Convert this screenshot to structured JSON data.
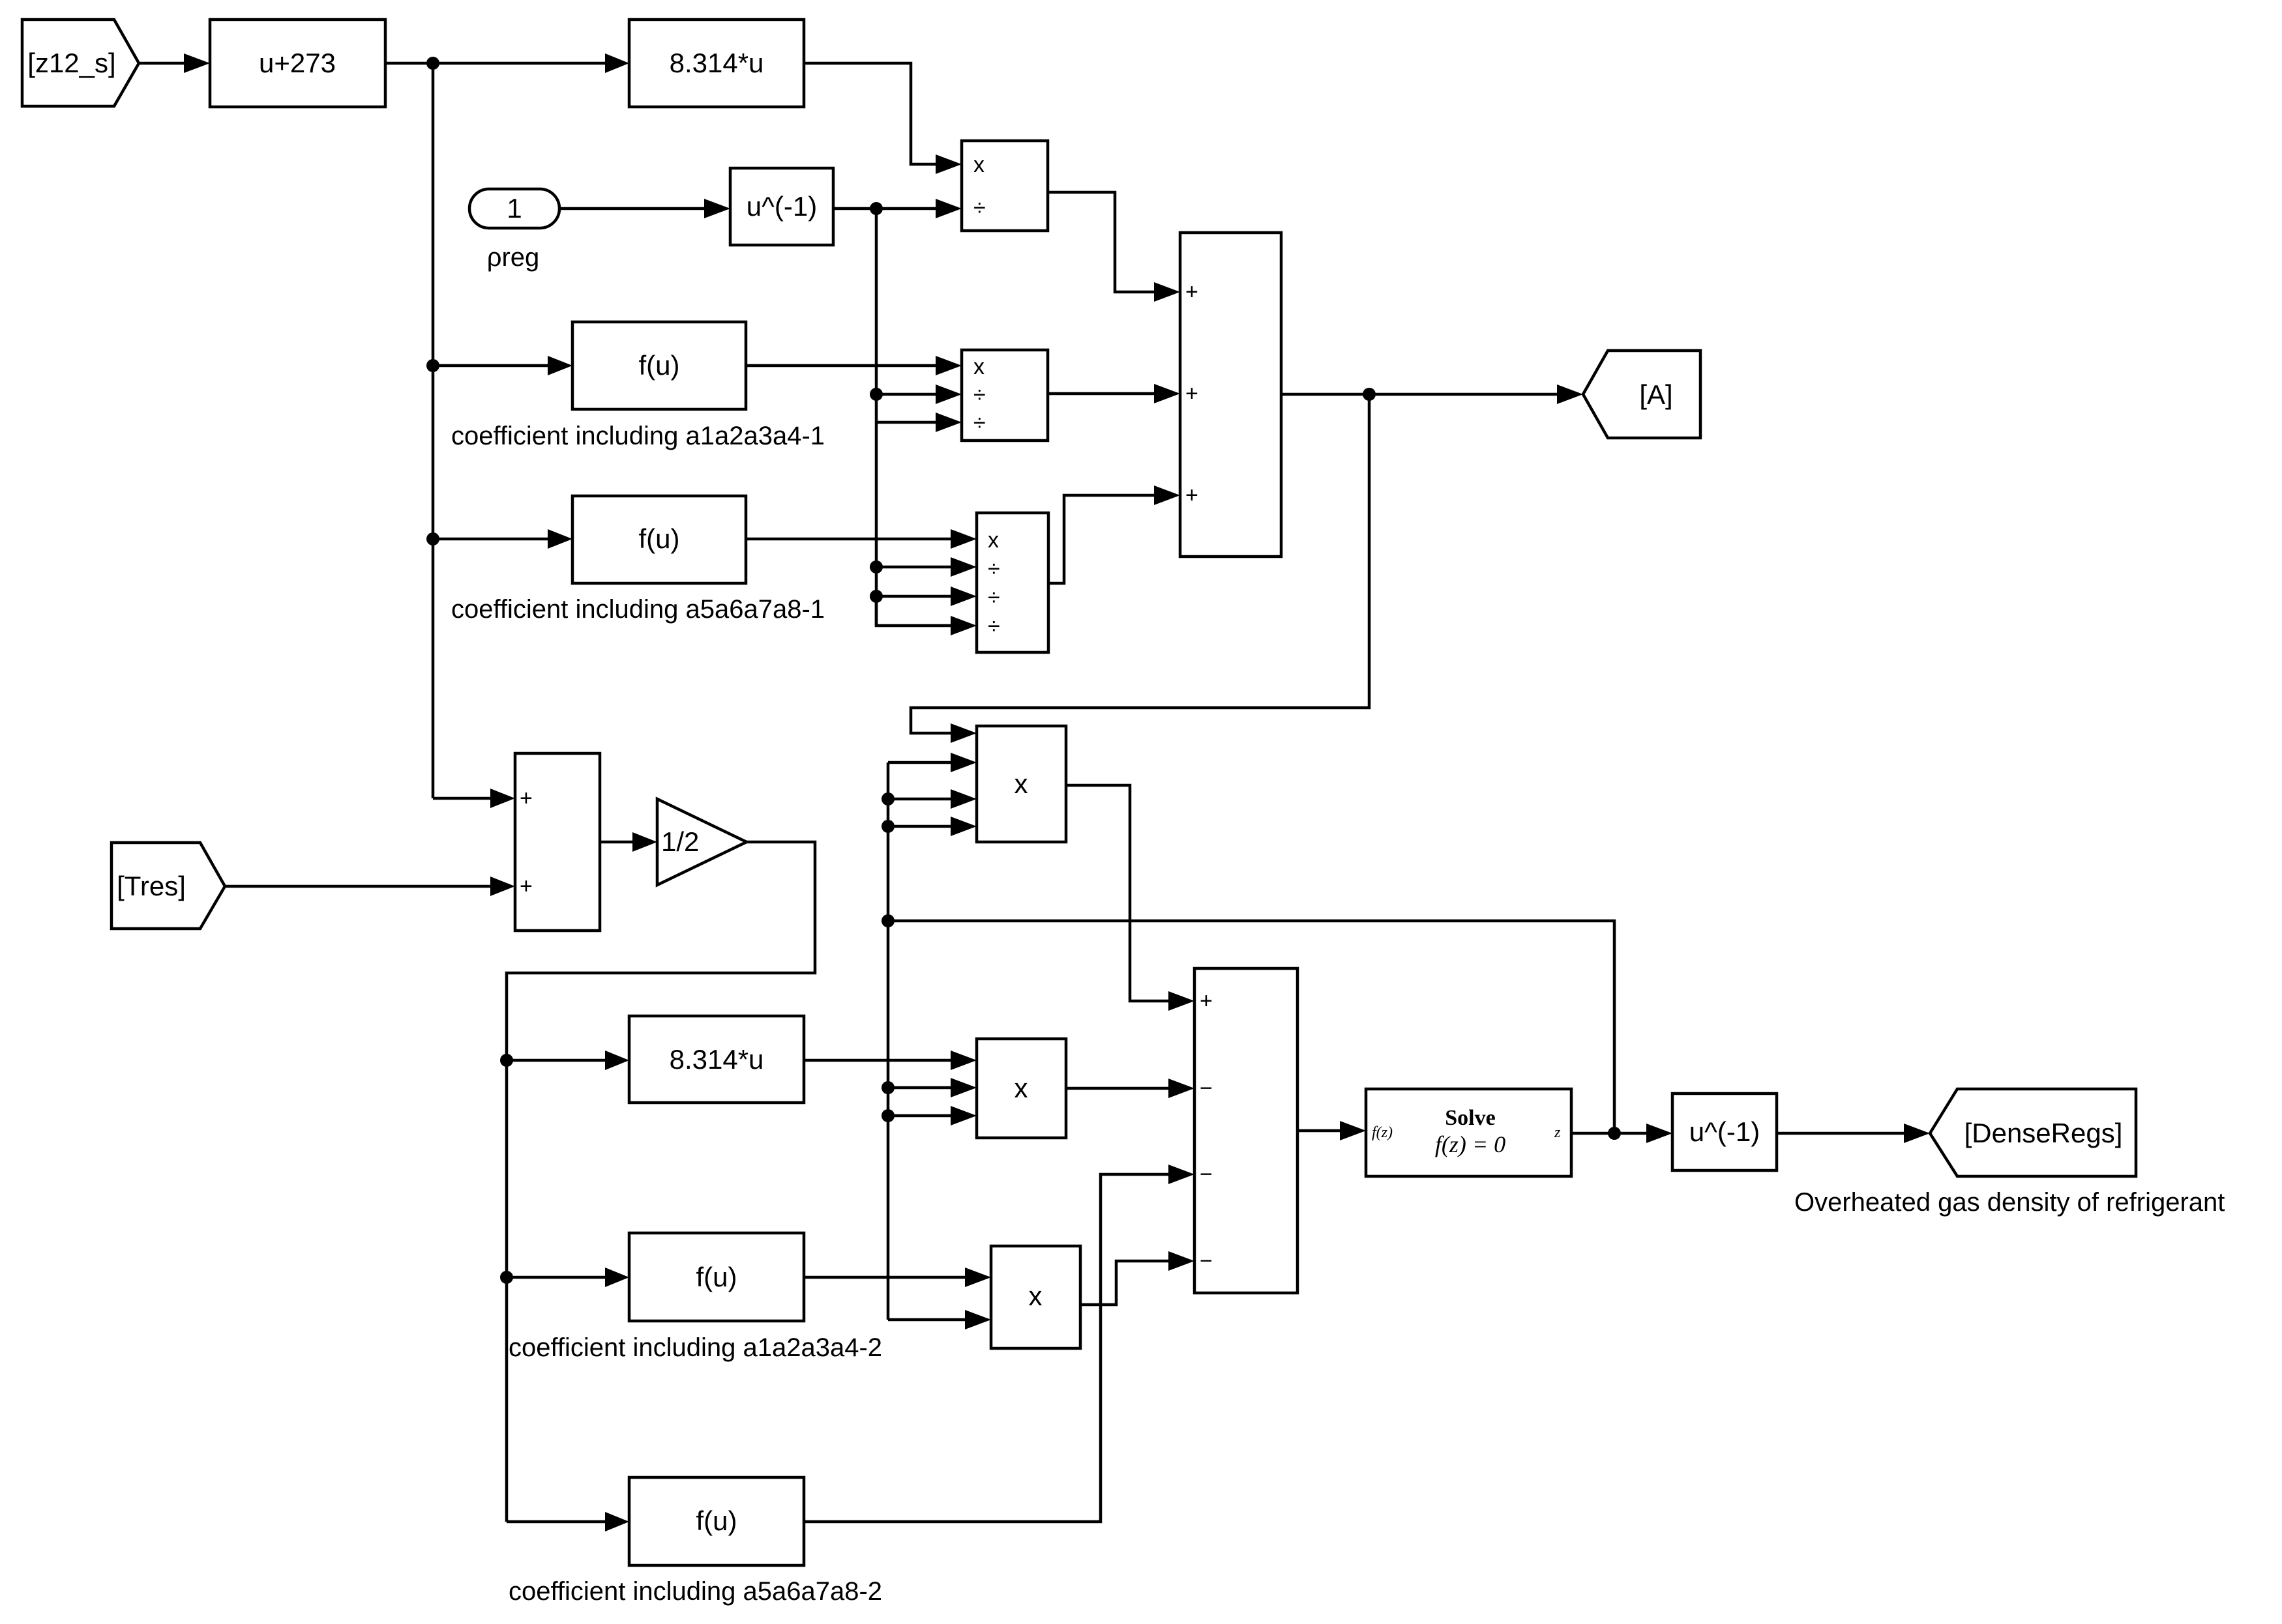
{
  "blocks": {
    "goto_z12s": "[z12_s]",
    "add273": "u+273",
    "gain_r_top": "8.314*u",
    "const_one": "1",
    "const_label": "ρreg",
    "inv_top": "u^(-1)",
    "prod_top_signs": [
      "x",
      "÷"
    ],
    "fcn_a14_1": "f(u)",
    "fcn_a14_1_label": "coefficient including a1a2a3a4-1",
    "prod_mid_signs": [
      "x",
      "÷",
      "÷"
    ],
    "fcn_a58_1": "f(u)",
    "fcn_a58_1_label": "coefficient including a5a6a7a8-1",
    "prod_big_signs": [
      "x",
      "÷",
      "÷",
      "÷"
    ],
    "sum_top_signs": [
      "+",
      "+",
      "+"
    ],
    "goto_A": "[A]",
    "from_tres": "[Tres]",
    "sum_mid_signs": [
      "+",
      "+"
    ],
    "gain_half": "1/2",
    "prod_lower1": "x",
    "gain_r_bot": "8.314*u",
    "prod_lower2": "x",
    "fcn_a14_2": "f(u)",
    "fcn_a14_2_label": "coefficient including a1a2a3a4-2",
    "prod_lower3": "x",
    "fcn_a58_2": "f(u)",
    "fcn_a58_2_label": "coefficient including a5a6a7a8-2",
    "sum_bot_signs": [
      "+",
      "−",
      "−",
      "−"
    ],
    "solver_title": "Solve",
    "solver_eq": "f(z) = 0",
    "solver_in": "f(z)",
    "solver_out": "z",
    "inv_bot": "u^(-1)",
    "goto_dense": "[DenseRegs]",
    "goto_dense_label": "Overheated gas density of refrigerant"
  }
}
